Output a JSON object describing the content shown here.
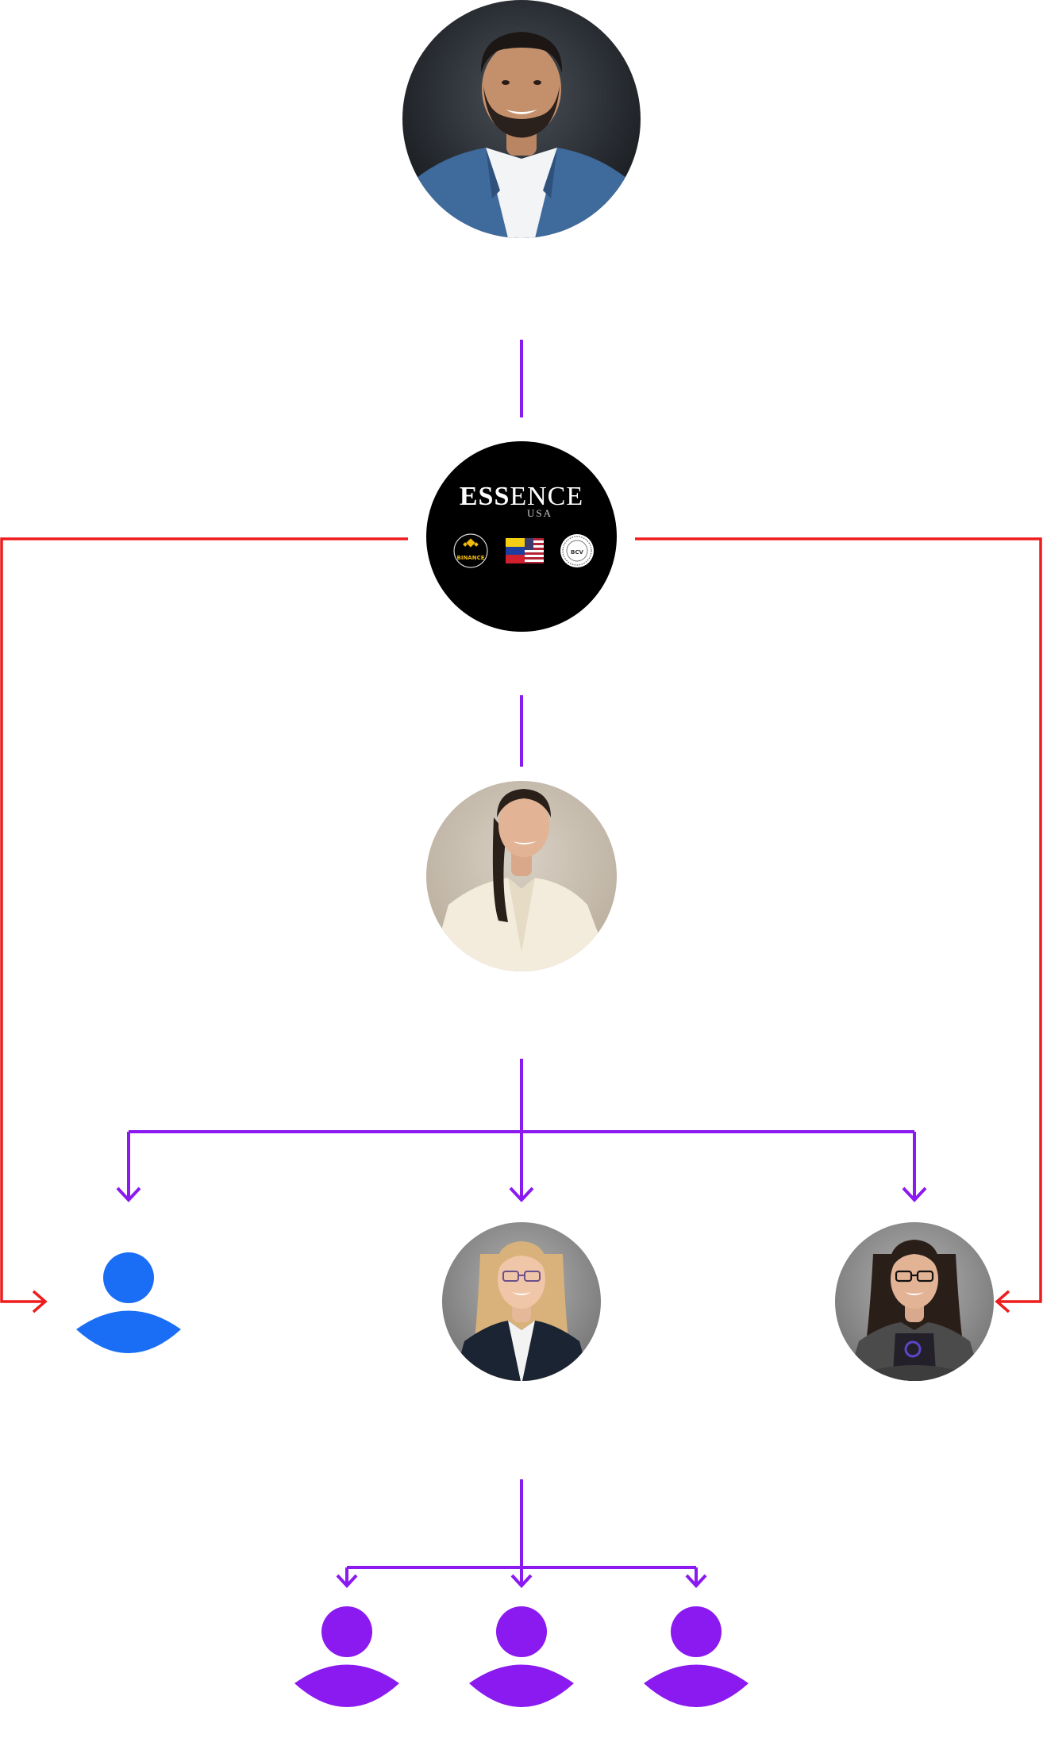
{
  "colors": {
    "purple": "#8A1AF0",
    "red": "#EE1C1C",
    "blue": "#1A6EF5",
    "black": "#000000",
    "white": "#ffffff",
    "gold": "#F0B90B"
  },
  "company": {
    "name_prefix": "ESS",
    "name_suffix": "ENCE",
    "sub": "USA",
    "badges": {
      "binance": "BINANCE",
      "bcv": "BCV"
    }
  },
  "icons": {
    "top_person": "photo-man-blue-blazer",
    "manager": "photo-woman-cream-blazer",
    "left_child": "user-silhouette-blue",
    "center_child": "photo-woman-glasses-blonde",
    "right_child": "photo-woman-glasses-dark-hair",
    "grandchildren": "user-silhouette-purple"
  }
}
